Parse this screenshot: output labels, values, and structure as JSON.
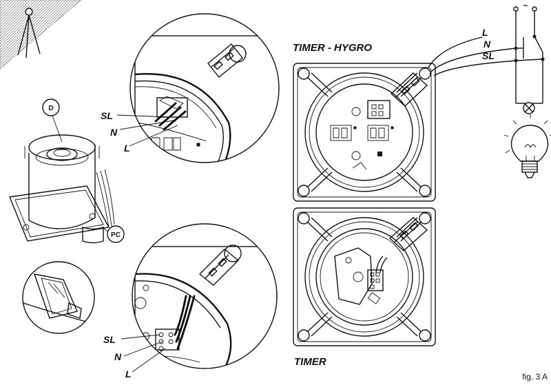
{
  "labels": {
    "timer_hygro": "TIMER - HYGRO",
    "timer": "TIMER",
    "figure": "fig. 3 A",
    "fan_callout": "D",
    "cable_callout": "PC",
    "upper_detail": {
      "sl": "SL",
      "n": "N",
      "l": "L"
    },
    "lower_detail": {
      "sl": "SL",
      "n": "N",
      "l": "L"
    },
    "circuit": {
      "ac": "~",
      "l": "L",
      "n": "N",
      "sl": "SL"
    }
  },
  "icons": {
    "corner": "ceiling-lamp-icon",
    "bulb": "light-bulb-icon"
  },
  "colors": {
    "line": "#111111",
    "background": "#ffffff",
    "corner_hatch": "#9a9a9a"
  }
}
